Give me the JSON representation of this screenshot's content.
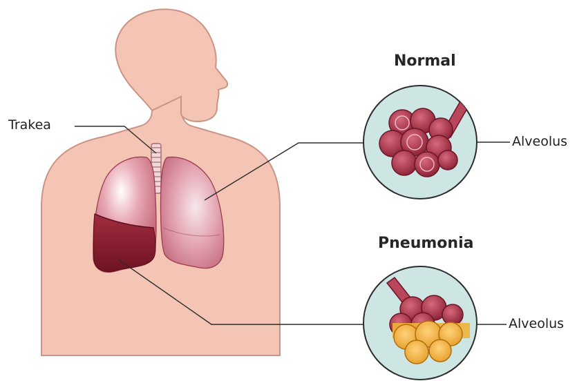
{
  "labels": {
    "trachea": "Trakea",
    "normal_title": "Normal",
    "normal_alveolus": "Alveolus",
    "pneumonia_title": "Pneumonia",
    "pneumonia_alveolus": "Alveolus"
  },
  "colors": {
    "skin": "#f4c4b4",
    "skin_outline": "#c99486",
    "lung": "#e7a0ad",
    "lung_dark": "#8e1f2e",
    "alveoli_bg": "#cde6e3",
    "alveoli": "#b43a4f",
    "fluid": "#f0b33b",
    "leader_line": "#2b2b2b"
  }
}
